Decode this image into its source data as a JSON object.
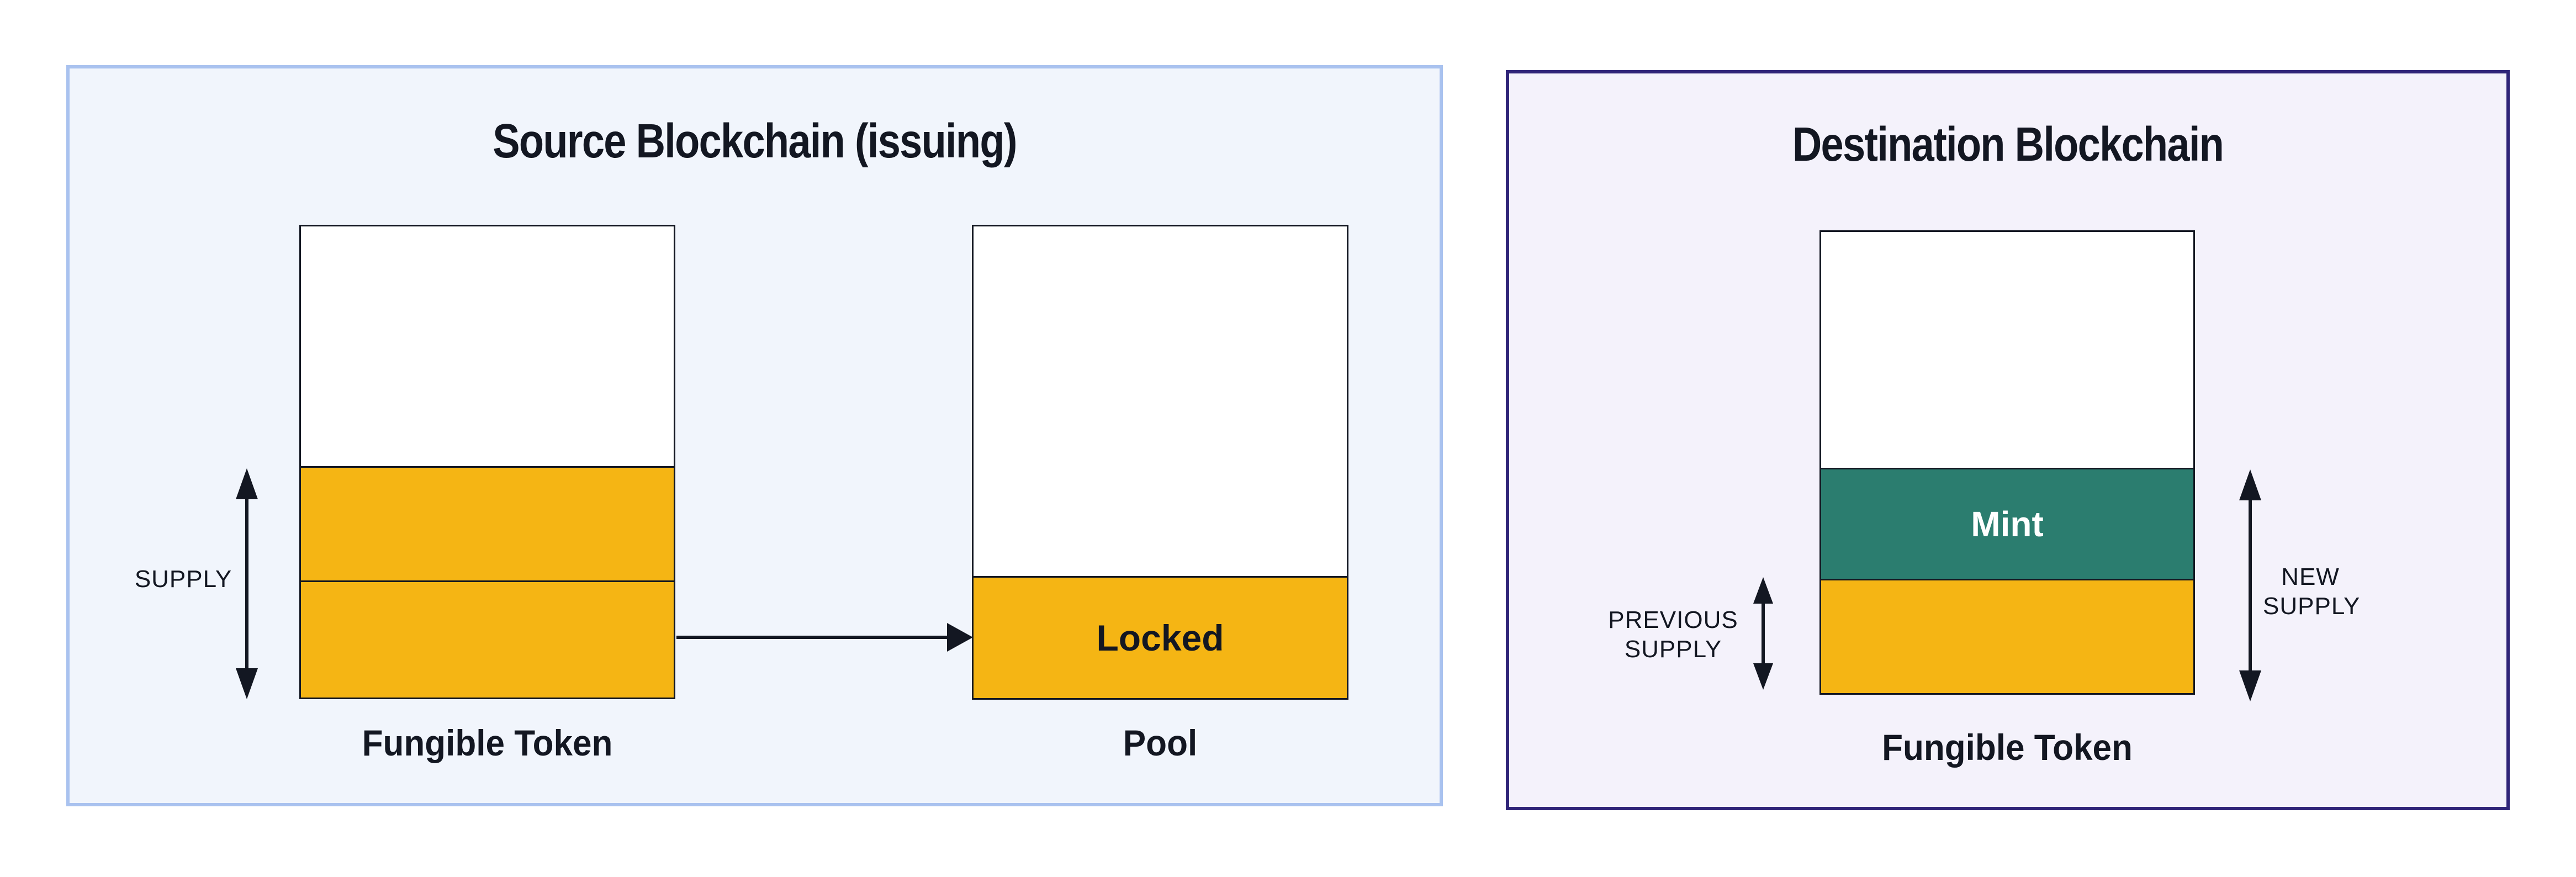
{
  "colors": {
    "page_bg": "#FFFFFF",
    "text": "#131722",
    "outline": "#131722",
    "token_fill": "#F5B514",
    "mint_fill": "#2B7D6F",
    "mint_text": "#FFFFFF",
    "source_panel_bg": "#F1F5FC",
    "source_panel_border": "#A9C2EF",
    "dest_panel_bg": "#F4F2FB",
    "dest_panel_border": "#2F2478"
  },
  "source_panel": {
    "title": "Source Blockchain (issuing)",
    "supply_label": "SUPPLY",
    "fungible_token_label": "Fungible Token",
    "pool_label": "Pool",
    "locked_label": "Locked"
  },
  "destination_panel": {
    "title": "Destination Blockchain",
    "previous_supply_label": "PREVIOUS SUPPLY",
    "new_supply_label": "NEW SUPPLY",
    "fungible_token_label": "Fungible Token",
    "mint_label": "Mint"
  }
}
